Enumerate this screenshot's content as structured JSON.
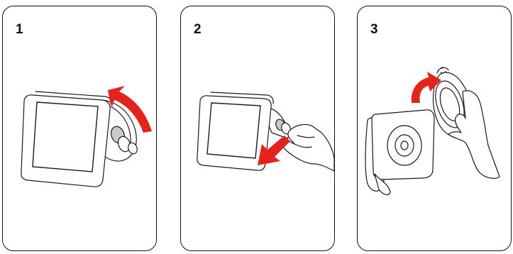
{
  "steps": [
    {
      "number": "1"
    },
    {
      "number": "2"
    },
    {
      "number": "3"
    }
  ],
  "colors": {
    "arrow": "#e3231c",
    "outline": "#1a1a1a",
    "panel_border": "#111111",
    "background": "#ffffff"
  },
  "icons": [
    "curved-arrow-icon",
    "down-arrow-icon",
    "curved-arrow-icon"
  ]
}
